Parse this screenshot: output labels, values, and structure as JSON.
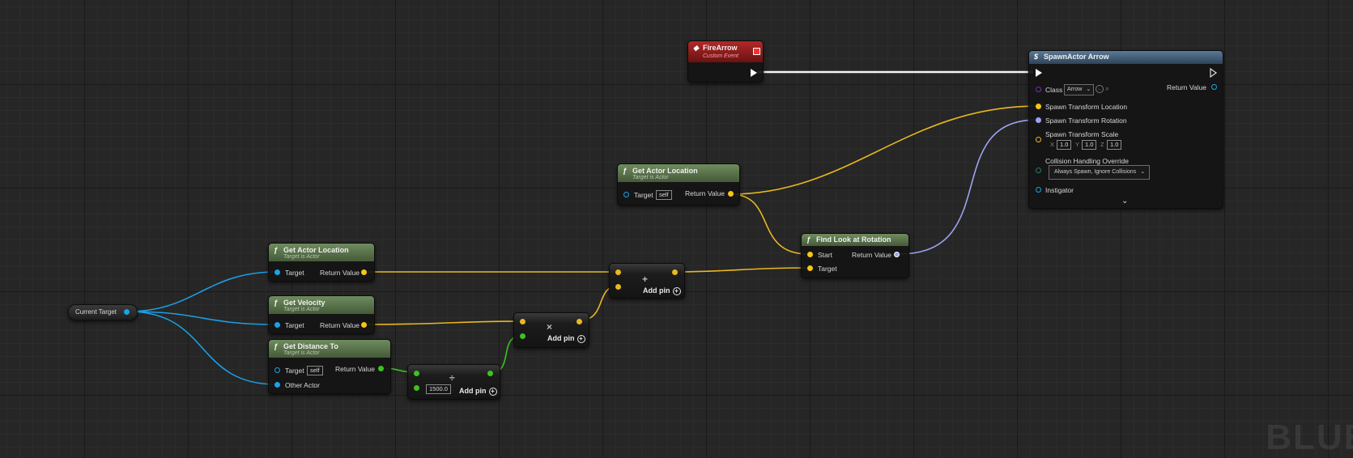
{
  "graph": {
    "watermark": "BLUE",
    "variable": {
      "label": "Current Target"
    },
    "nodes": {
      "fire_arrow": {
        "title": "FireArrow",
        "subtitle": "Custom Event"
      },
      "spawn_actor": {
        "title": "SpawnActor Arrow",
        "class_label": "Class",
        "class_value": "Arrow",
        "return_label": "Return Value",
        "spawn_location": "Spawn Transform Location",
        "spawn_rotation": "Spawn Transform Rotation",
        "spawn_scale": "Spawn Transform Scale",
        "scale_x_label": "X",
        "scale_x": "1.0",
        "scale_y_label": "Y",
        "scale_y": "1.0",
        "scale_z_label": "Z",
        "scale_z": "1.0",
        "collision_label": "Collision Handling Override",
        "collision_value": "Always Spawn, Ignore Collisions",
        "instigator": "Instigator"
      },
      "get_actor_location_top": {
        "title": "Get Actor Location",
        "subtitle": "Target is Actor",
        "target": "Target",
        "target_value": "self",
        "return": "Return Value"
      },
      "find_look_at": {
        "title": "Find Look at Rotation",
        "start": "Start",
        "target": "Target",
        "return": "Return Value"
      },
      "get_actor_location": {
        "title": "Get Actor Location",
        "subtitle": "Target is Actor",
        "target": "Target",
        "return": "Return Value"
      },
      "get_velocity": {
        "title": "Get Velocity",
        "subtitle": "Target is Actor",
        "target": "Target",
        "return": "Return Value"
      },
      "get_distance_to": {
        "title": "Get Distance To",
        "subtitle": "Target is Actor",
        "target": "Target",
        "target_value": "self",
        "other": "Other Actor",
        "return": "Return Value"
      },
      "divide": {
        "symbol": "÷",
        "constant": "1500.0",
        "add_pin": "Add pin"
      },
      "multiply": {
        "symbol": "×",
        "add_pin": "Add pin"
      },
      "add": {
        "symbol": "+",
        "add_pin": "Add pin"
      }
    },
    "colors": {
      "exec": "#ffffff",
      "object": "#1aa3e8",
      "vector": "#f5c518",
      "rotator": "#9aa4f0",
      "float": "#3ec21e",
      "class": "#7a2bb5",
      "transform": "#f0a020",
      "byte": "#1f7a70"
    }
  }
}
